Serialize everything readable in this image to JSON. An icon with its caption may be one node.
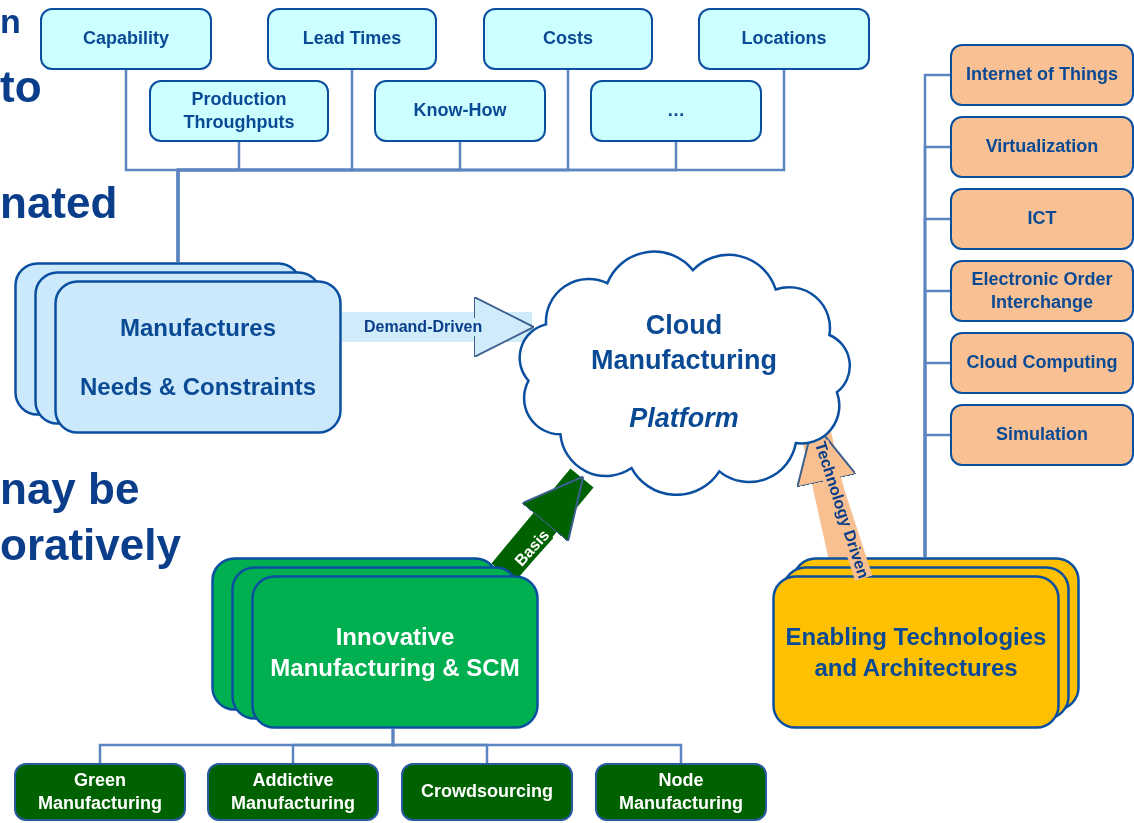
{
  "diagram": {
    "nodes": [
      {
        "text": [
          "Capability"
        ]
      },
      {
        "text": [
          "Lead Times"
        ]
      },
      {
        "text": [
          "Costs"
        ]
      },
      {
        "text": [
          "Locations"
        ]
      },
      {
        "text": [
          "Production Throughputs"
        ]
      },
      {
        "text": [
          "Know-How"
        ]
      },
      {
        "text": [
          "…"
        ]
      },
      {
        "text": [
          "Manufactures",
          "Needs & Constraints"
        ]
      },
      {
        "text": [
          "Cloud Manufacturing",
          "Platform"
        ]
      },
      {
        "text": [
          "Internet of Things"
        ]
      },
      {
        "text": [
          "Virtualization"
        ]
      },
      {
        "text": [
          "ICT"
        ]
      },
      {
        "text": [
          "Electronic Order Interchange"
        ]
      },
      {
        "text": [
          "Cloud Computing"
        ]
      },
      {
        "text": [
          "Simulation"
        ]
      },
      {
        "text": [
          "Innovative Manufacturing & SCM"
        ]
      },
      {
        "text": [
          "Enabling Technologies and Architectures"
        ]
      },
      {
        "text": [
          "Green Manufacturing"
        ]
      },
      {
        "text": [
          "Addictive Manufacturing"
        ]
      },
      {
        "text": [
          "Crowdsourcing"
        ]
      },
      {
        "text": [
          "Node Manufacturing"
        ]
      }
    ],
    "edges": [
      {
        "from": 0,
        "to": 7,
        "arrow": "none"
      },
      {
        "from": 4,
        "to": 7,
        "arrow": "none"
      },
      {
        "from": 1,
        "to": 7,
        "arrow": "none"
      },
      {
        "from": 5,
        "to": 7,
        "arrow": "none"
      },
      {
        "from": 2,
        "to": 7,
        "arrow": "none"
      },
      {
        "from": 6,
        "to": 7,
        "arrow": "none"
      },
      {
        "from": 3,
        "to": 7,
        "arrow": "none"
      },
      {
        "from": 7,
        "to": 8,
        "arrow": "to",
        "label": "Demand-Driven",
        "style": "thick",
        "color": "#d0ecfb"
      },
      {
        "from": 15,
        "to": 8,
        "arrow": "to",
        "label": "Basis",
        "style": "thick",
        "color": "#006100"
      },
      {
        "from": 16,
        "to": 8,
        "arrow": "to",
        "label": "Technology Driven",
        "style": "thick",
        "color": "#f8c090"
      },
      {
        "from": 9,
        "to": 16,
        "arrow": "none"
      },
      {
        "from": 10,
        "to": 16,
        "arrow": "none"
      },
      {
        "from": 11,
        "to": 16,
        "arrow": "none"
      },
      {
        "from": 12,
        "to": 16,
        "arrow": "none"
      },
      {
        "from": 13,
        "to": 16,
        "arrow": "none"
      },
      {
        "from": 14,
        "to": 16,
        "arrow": "none"
      },
      {
        "from": 15,
        "to": 17,
        "arrow": "none"
      },
      {
        "from": 15,
        "to": 18,
        "arrow": "none"
      },
      {
        "from": 15,
        "to": 19,
        "arrow": "none"
      },
      {
        "from": 15,
        "to": 20,
        "arrow": "none"
      }
    ],
    "labels": [
      "n",
      "to",
      "nated",
      "nay be",
      "oratively"
    ]
  }
}
